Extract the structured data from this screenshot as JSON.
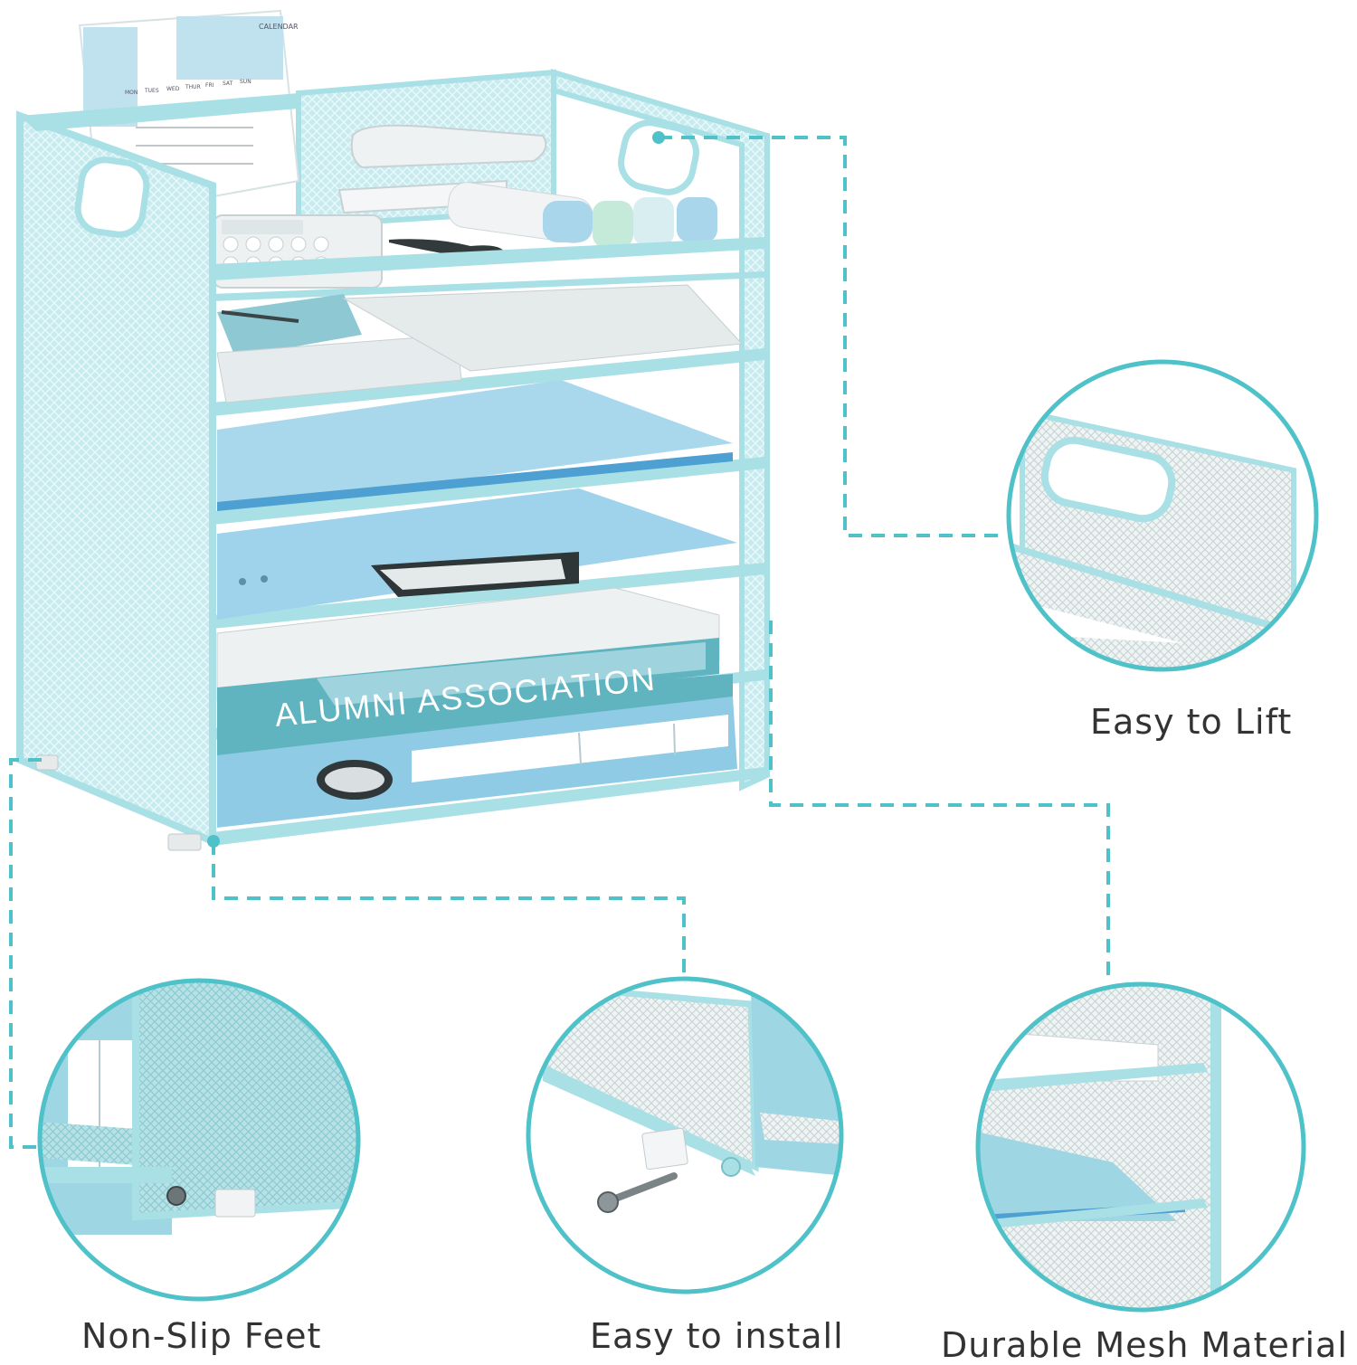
{
  "product": {
    "calendar": {
      "days": [
        "MON",
        "TUES",
        "WED",
        "THUR",
        "FRI",
        "SAT",
        "SUN"
      ],
      "header": "CALENDAR"
    },
    "book_title": "ALUMNI ASSOCIATION"
  },
  "features": {
    "easy_to_lift": "Easy to Lift",
    "non_slip_feet": "Non-Slip Feet",
    "easy_to_install": "Easy to install",
    "durable_mesh": "Durable Mesh Material"
  },
  "colors": {
    "frame": "#a8e0e6",
    "accent_line": "#4fc1c8",
    "folder": "#8fcbe5",
    "book": "#5fb4bf",
    "label_text": "#333333"
  }
}
